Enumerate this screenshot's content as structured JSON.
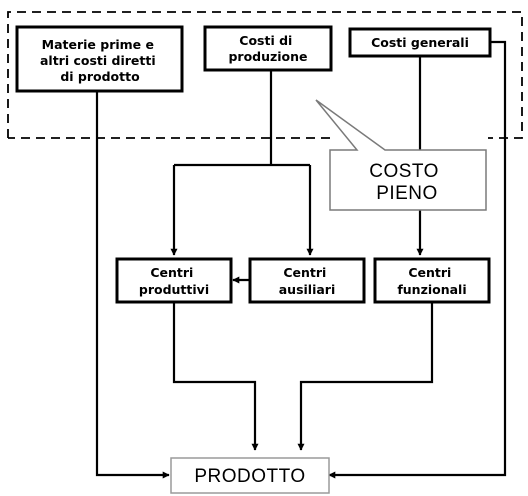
{
  "boxes": {
    "materie_prime": [
      "Materie prime e",
      "altri costi diretti",
      "di prodotto"
    ],
    "costi_produzione": [
      "Costi di",
      "produzione"
    ],
    "costi_generali": [
      "Costi generali"
    ],
    "centri_produttivi": [
      "Centri",
      "produttivi"
    ],
    "centri_ausiliari": [
      "Centri",
      "ausiliari"
    ],
    "centri_funzionali": [
      "Centri",
      "funzionali"
    ]
  },
  "callout": [
    "COSTO",
    "PIENO"
  ],
  "product": "PRODOTTO"
}
